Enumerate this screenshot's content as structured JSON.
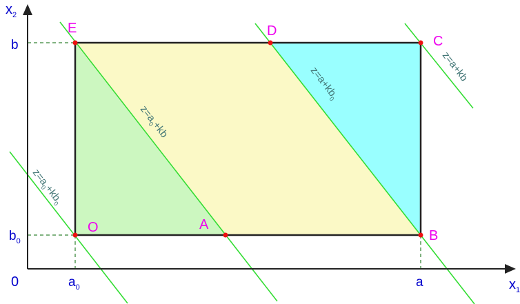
{
  "colors": {
    "axis": "#222222",
    "rect": "#222222",
    "green_line": "#33dd33",
    "region_green": "#ccf7c0",
    "region_yellow": "#fbf9c6",
    "region_cyan": "#99ffff",
    "points": "#ee1111",
    "point_labels": "#ee00ee",
    "tick_labels": "#0000cc",
    "line_labels": "#447777",
    "dashes": "#006600"
  },
  "axes": {
    "origin": "0",
    "x_label": "x",
    "x_sub": "1",
    "y_label": "x",
    "y_sub": "2"
  },
  "ticks": {
    "a0": {
      "main": "a",
      "sub": "0"
    },
    "a": {
      "main": "a",
      "sub": ""
    },
    "b0": {
      "main": "b",
      "sub": "0"
    },
    "b": {
      "main": "b",
      "sub": ""
    }
  },
  "points": {
    "O": "O",
    "A": "A",
    "B": "B",
    "C": "C",
    "D": "D",
    "E": "E"
  },
  "lines": {
    "l1": {
      "pre": "z=a",
      "sub": "0",
      "mid": "+kb",
      "sub2": "0"
    },
    "l2": {
      "pre": "z=a",
      "sub": "0",
      "mid": "+kb",
      "sub2": ""
    },
    "l3": {
      "pre": "z=a+kb",
      "sub": "0",
      "mid": "",
      "sub2": ""
    },
    "l4": {
      "pre": "z=a+kb",
      "sub": "",
      "mid": "",
      "sub2": ""
    }
  }
}
